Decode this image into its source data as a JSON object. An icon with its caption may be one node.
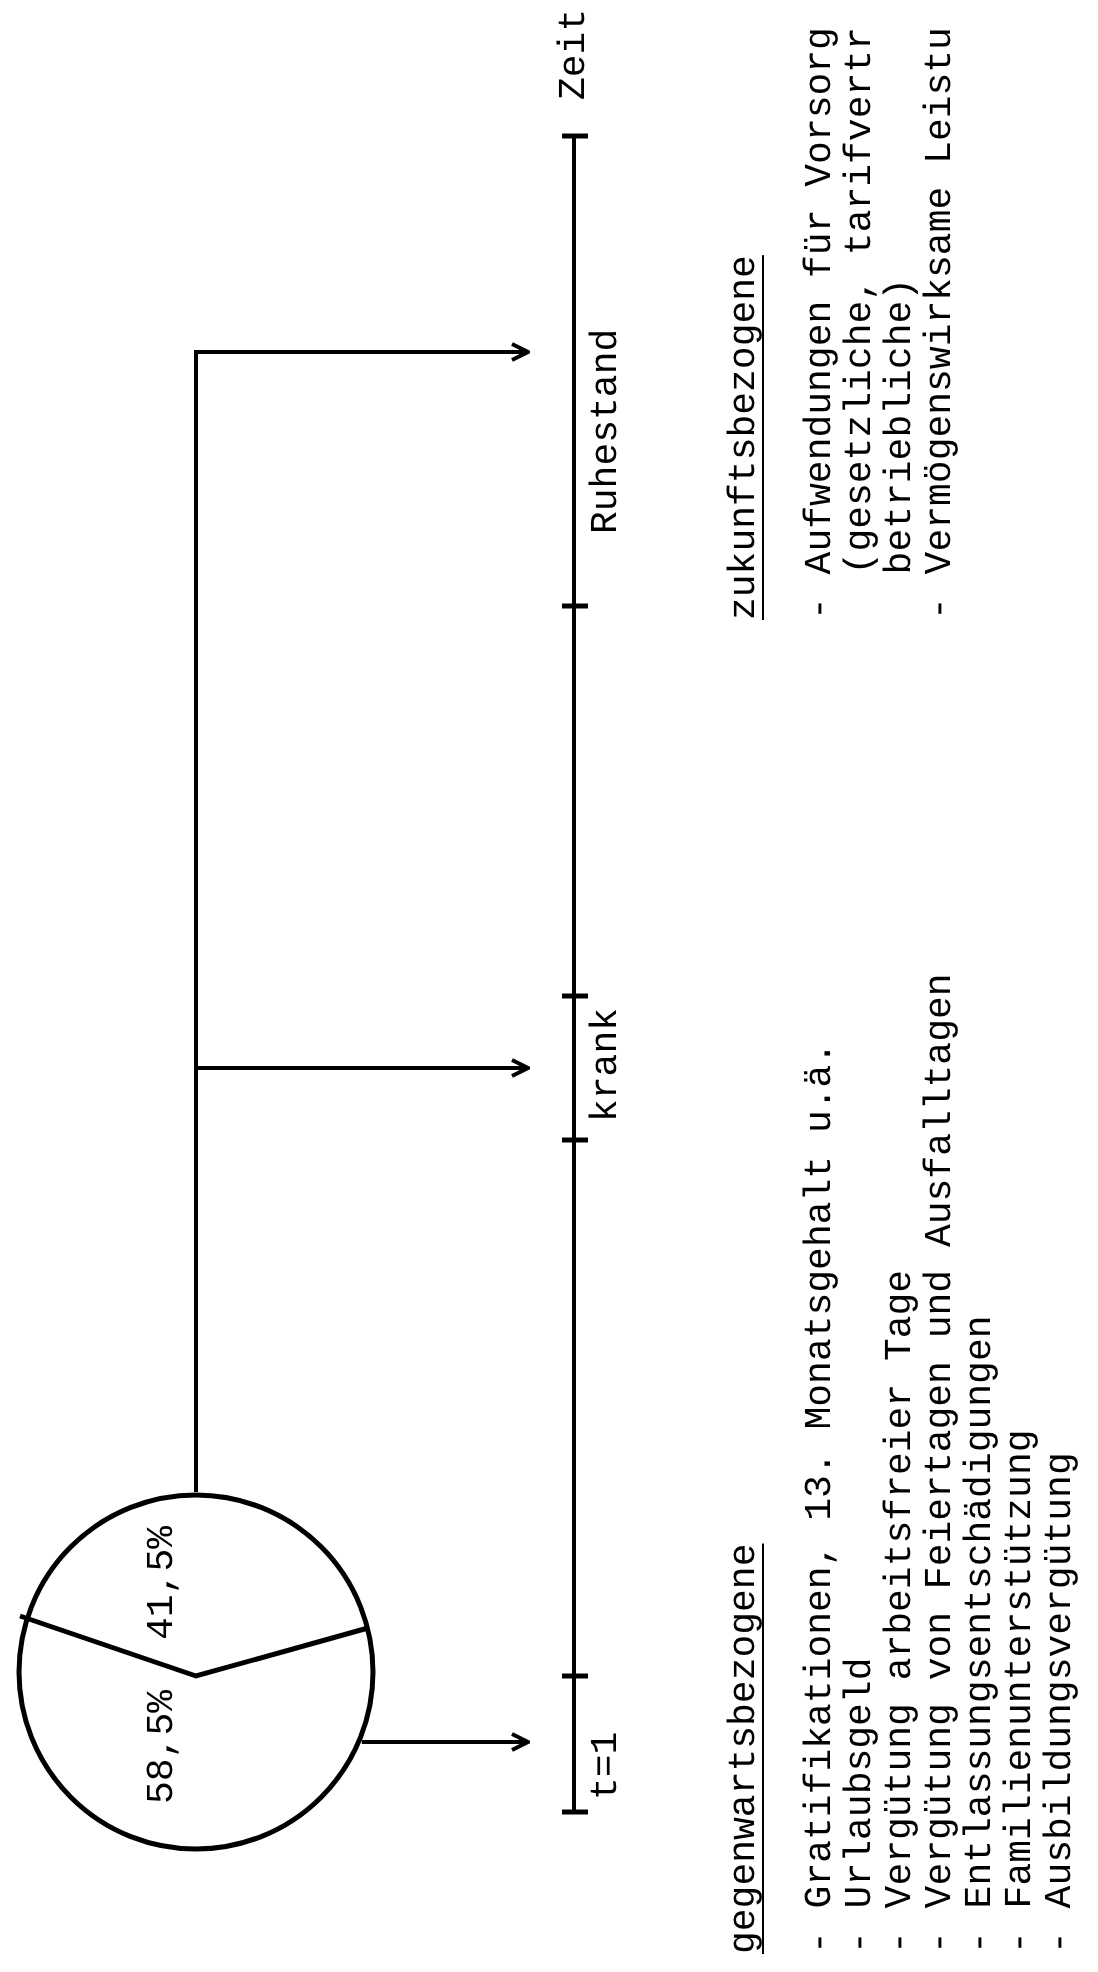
{
  "diagram": {
    "nodes": [
      {
        "text": [
          "58,5%",
          "41,5%"
        ]
      },
      {
        "text": [
          "t=1"
        ]
      },
      {
        "text": [
          "krank"
        ]
      },
      {
        "text": [
          "Ruhestand"
        ]
      }
    ],
    "edges": [
      {
        "from": 0,
        "to": 1,
        "arrow": "to"
      },
      {
        "from": 0,
        "to": 2,
        "arrow": "to"
      },
      {
        "from": 0,
        "to": 3,
        "arrow": "to"
      }
    ],
    "labels": [
      "Zeit",
      "zukunftsbezogene",
      "- Aufwendungen für Vorsorg (gesetzliche, tarifvertr betriebliche)",
      "- Vermögenswirksame Leistu",
      "gegenwartsbezogene",
      "- Gratifikationen, 13. Monatsgehalt u.ä.",
      "- Urlaubsgeld",
      "- Vergütung arbeitsfreier Tage",
      "- Vergütung von Feiertagen und Ausfalltagen",
      "- Entlassungsentschädigungen",
      "- Familienunterstützung",
      "- Ausbildungsvergütung"
    ]
  }
}
